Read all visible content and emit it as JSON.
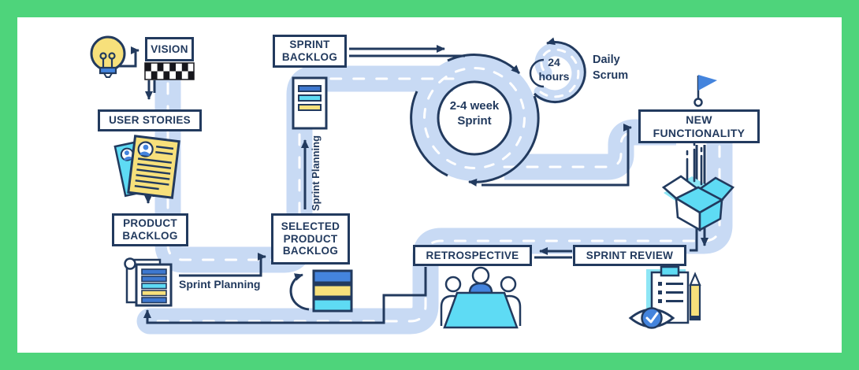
{
  "diagram": {
    "name": "scrum-process-diagram",
    "boxes": {
      "vision": "VISION",
      "user_stories": "USER STORIES",
      "product_backlog": "PRODUCT BACKLOG",
      "selected_product_backlog": "SELECTED PRODUCT BACKLOG",
      "sprint_backlog": "SPRINT BACKLOG",
      "new_functionality": "NEW FUNCTIONALITY",
      "sprint_review": "SPRINT REVIEW",
      "retrospective": "RETROSPECTIVE"
    },
    "labels": {
      "sprint_planning_bottom": "Sprint Planning",
      "sprint_planning_vertical": "Sprint Planning",
      "sprint_duration": "2-4 week Sprint",
      "daily_cycle": "24 hours",
      "daily_scrum": "Daily Scrum"
    },
    "icons": {
      "idea": "lightbulb-icon",
      "start_line": "checkered-flag-icon",
      "user_stories": "story-cards-icon",
      "product_backlog": "scroll-document-icon",
      "selected_backlog": "prioritized-bars-icon",
      "sprint_backlog": "task-sheet-icon",
      "goal": "finish-flag-icon",
      "release": "open-box-icon",
      "sprint_review": "clipboard-eye-pencil-icon",
      "retrospective": "team-meeting-icon"
    },
    "palette": {
      "frame_green": "#4ed47b",
      "navy": "#223a5e",
      "road_blue": "#c8daf4",
      "accent_blue": "#4484dd",
      "bar_blue": "#3e78cf",
      "cyan": "#5edbf4",
      "cyan_light": "#8ee6f5",
      "yellow": "#f7e07b",
      "checker_black": "#16161c"
    }
  }
}
